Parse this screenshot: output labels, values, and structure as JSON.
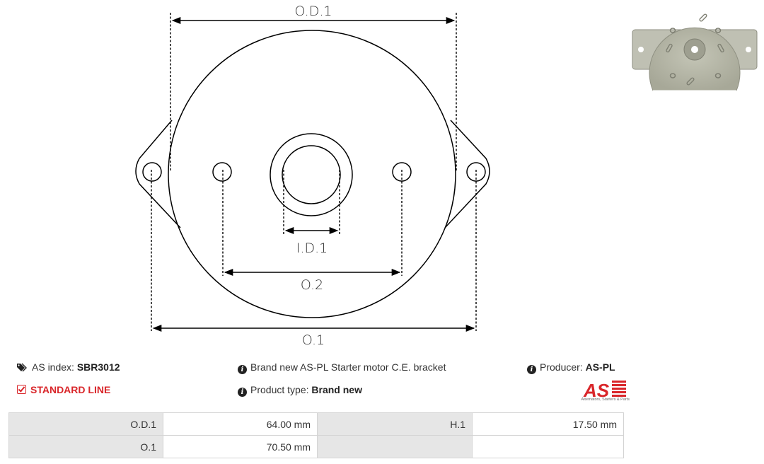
{
  "drawing": {
    "labels": {
      "od1": "O.D.1",
      "id1": "I.D.1",
      "o2": "O.2",
      "o1": "O.1"
    }
  },
  "info": {
    "as_index_label": "AS index:",
    "as_index_value": "SBR3012",
    "line": "STANDARD LINE",
    "description": "Brand new AS-PL Starter motor C.E. bracket",
    "product_type_label": "Product type:",
    "product_type_value": "Brand new",
    "producer_label": "Producer:",
    "producer_value": "AS-PL",
    "logo_text": "AS",
    "logo_tagline": "Alternators, Starters & Parts"
  },
  "colors": {
    "accent_red": "#d9262a",
    "label_cell_bg": "#e6e6e6"
  },
  "table": {
    "rows": [
      [
        "O.D.1",
        "64.00 mm",
        "H.1",
        "17.50 mm"
      ],
      [
        "O.1",
        "70.50 mm",
        "",
        ""
      ]
    ]
  }
}
